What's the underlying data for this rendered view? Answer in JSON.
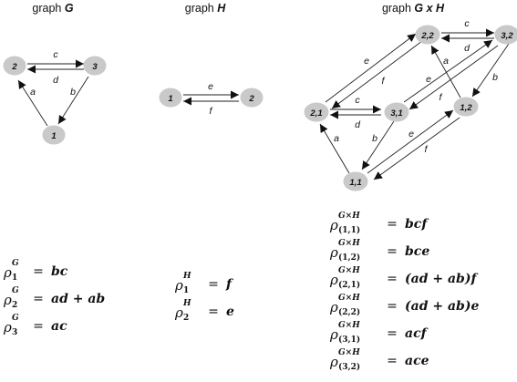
{
  "titles": {
    "g": {
      "prefix": "graph",
      "name": "G"
    },
    "h": {
      "prefix": "graph",
      "name": "H"
    },
    "gxh": {
      "prefix": "graph",
      "name": "G x H"
    }
  },
  "graph_g": {
    "nodes": [
      "2",
      "3",
      "1"
    ],
    "edge_labels": [
      "c",
      "d",
      "a",
      "b"
    ]
  },
  "graph_h": {
    "nodes": [
      "1",
      "2"
    ],
    "edge_labels": [
      "e",
      "f"
    ]
  },
  "graph_gxh": {
    "nodes": [
      "2,2",
      "3,2",
      "2,1",
      "3,1",
      "1,2",
      "1,1"
    ],
    "edge_labels": [
      "c",
      "d",
      "a",
      "e",
      "f",
      "e",
      "f",
      "c",
      "d",
      "a",
      "b",
      "b",
      "e",
      "f"
    ]
  },
  "formulas_g": [
    {
      "sup": "G",
      "sub": "1",
      "eq": "=",
      "value": "bc"
    },
    {
      "sup": "G",
      "sub": "2",
      "eq": "=",
      "value": "ad + ab"
    },
    {
      "sup": "G",
      "sub": "3",
      "eq": "=",
      "value": "ac"
    }
  ],
  "formulas_h": [
    {
      "sup": "H",
      "sub": "1",
      "eq": "=",
      "value": "f"
    },
    {
      "sup": "H",
      "sub": "2",
      "eq": "=",
      "value": "e"
    }
  ],
  "formulas_gxh": [
    {
      "sup": "G×H",
      "sub": "(1,1)",
      "eq": "=",
      "value": "bcf"
    },
    {
      "sup": "G×H",
      "sub": "(1,2)",
      "eq": "=",
      "value": "bce"
    },
    {
      "sup": "G×H",
      "sub": "(2,1)",
      "eq": "=",
      "value": "(ad + ab)f"
    },
    {
      "sup": "G×H",
      "sub": "(2,2)",
      "eq": "=",
      "value": "(ad + ab)e"
    },
    {
      "sup": "G×H",
      "sub": "(3,1)",
      "eq": "=",
      "value": "acf"
    },
    {
      "sup": "G×H",
      "sub": "(3,2)",
      "eq": "=",
      "value": "ace"
    }
  ]
}
